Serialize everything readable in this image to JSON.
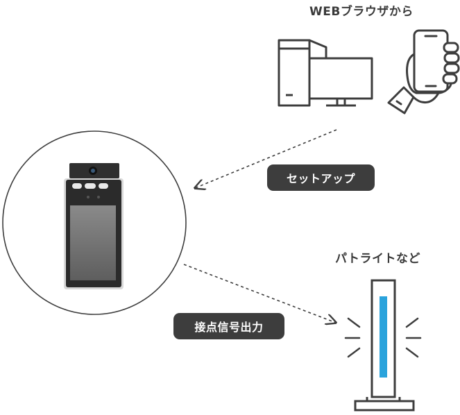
{
  "labels": {
    "web_browser": "WEBブラウザから",
    "setup": "セットアップ",
    "patlite": "パトライトなど",
    "contact_signal": "接点信号出力"
  },
  "colors": {
    "stroke": "#3d3d3d",
    "pill_bg": "#3d3d3d",
    "light_beam": "#2aa3dc",
    "device_screen": "#7a7a7a"
  },
  "icons": {
    "desktop_pc": "desktop-pc-icon",
    "smartphone_hand": "smartphone-hand-icon",
    "thermal_camera": "face-recognition-terminal",
    "signal_tower": "signal-tower-light-icon"
  }
}
